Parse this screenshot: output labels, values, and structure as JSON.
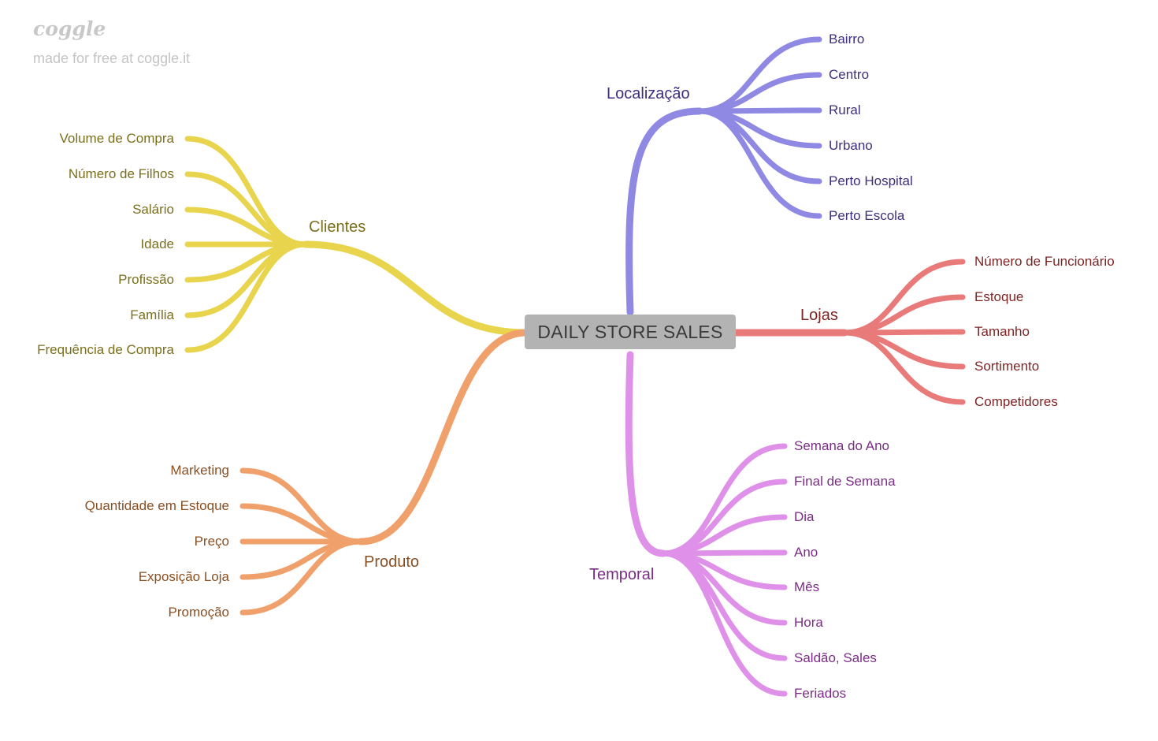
{
  "watermark": {
    "brand": "coggle",
    "credit": "made for free at coggle.it"
  },
  "root": {
    "label": "DAILY STORE SALES"
  },
  "branches": {
    "clientes": {
      "label": "Clientes",
      "color": "#e8d44d",
      "text_color": "#7a6f1c",
      "children": [
        "Volume de Compra",
        "Número de Filhos",
        "Salário",
        "Idade",
        "Profissão",
        "Família",
        "Frequência de Compra"
      ]
    },
    "produto": {
      "label": "Produto",
      "color": "#f0a06a",
      "text_color": "#8a4f22",
      "children": [
        "Marketing",
        "Quantidade em Estoque",
        "Preço",
        "Exposição Loja",
        "Promoção"
      ]
    },
    "localizacao": {
      "label": "Localização",
      "color": "#8f89e3",
      "text_color": "#3d2f7d",
      "children": [
        "Bairro",
        "Centro",
        "Rural",
        "Urbano",
        "Perto Hospital",
        "Perto Escola"
      ]
    },
    "lojas": {
      "label": "Lojas",
      "color": "#e87a7a",
      "text_color": "#7f2424",
      "children": [
        "Número de Funcionário",
        "Estoque",
        "Tamanho",
        "Sortimento",
        "Competidores"
      ]
    },
    "temporal": {
      "label": "Temporal",
      "color": "#df90e8",
      "text_color": "#7b2d86",
      "children": [
        "Semana do Ano",
        "Final de Semana",
        "Dia",
        "Ano",
        "Mês",
        "Hora",
        "Saldão, Sales",
        "Feriados"
      ]
    }
  }
}
